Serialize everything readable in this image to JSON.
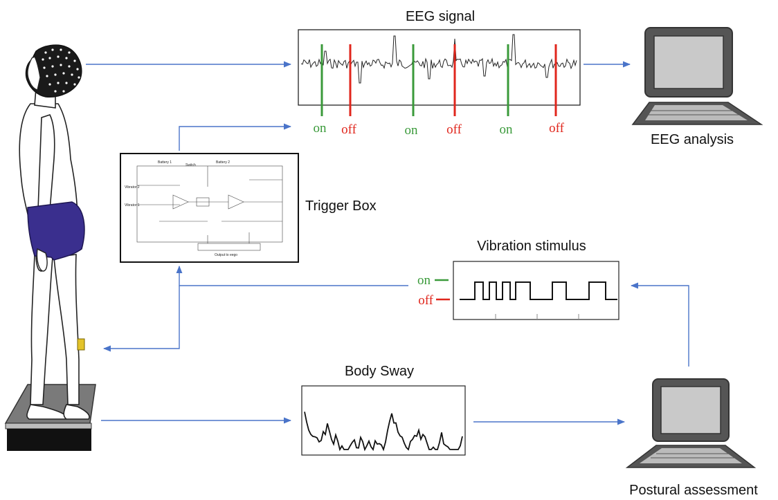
{
  "labels": {
    "eeg_signal": "EEG signal",
    "eeg_analysis": "EEG analysis",
    "trigger_box": "Trigger Box",
    "vibration_stimulus": "Vibration stimulus",
    "body_sway": "Body Sway",
    "postural_assessment": "Postural assessment"
  },
  "eeg_markers": [
    "on",
    "off",
    "on",
    "off",
    "on",
    "off"
  ],
  "stimulus_levels": {
    "on": "on",
    "off": "off"
  },
  "trigger_schematic_text": {
    "battery1": "Battery 1",
    "battery2": "Battery 2",
    "switch": "Switch",
    "vibrator2": "Vibrator 2",
    "vibrator1": "Vibrator 1",
    "output": "Output to eego"
  },
  "colors": {
    "on": "#3a9a3a",
    "off": "#e0261c",
    "arrow": "#4a74c9",
    "shorts": "#3a2f8e",
    "sensor": "#e3c32a"
  }
}
